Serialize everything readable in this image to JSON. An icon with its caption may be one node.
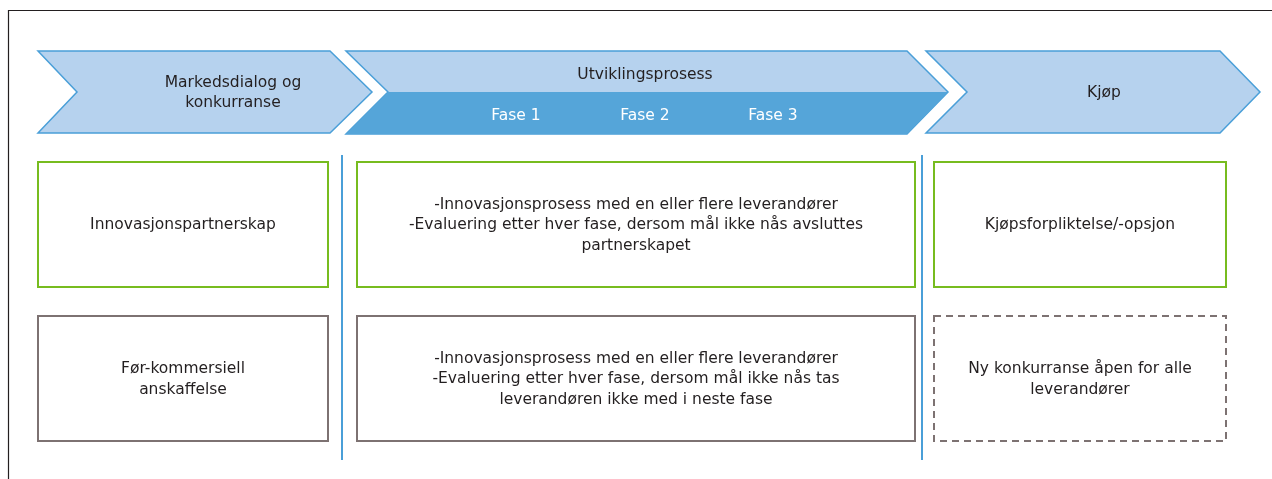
{
  "diagram": {
    "nodes": [
      {
        "text": [
          "Markedsdialog og konkurranse"
        ]
      },
      {
        "text": [
          "Utviklingsprosess"
        ]
      },
      {
        "text": [
          "Fase 1",
          "Fase 2",
          "Fase 3"
        ],
        "in": 1
      },
      {
        "text": [
          "Kjøp"
        ]
      },
      {
        "text": [
          "Innovasjonspartnerskap"
        ]
      },
      {
        "text": [
          "-Innovasjonsprosess med en eller flere leverandører",
          "-Evaluering etter hver fase, dersom mål ikke nås avsluttes partnerskapet"
        ]
      },
      {
        "text": [
          "Kjøpsforpliktelse/-opsjon"
        ]
      },
      {
        "text": [
          "Før-kommersiell anskaffelse"
        ]
      },
      {
        "text": [
          "-Innovasjonsprosess med en eller flere leverandører",
          "-Evaluering etter hver fase, dersom mål ikke nås tas leverandøren ikke med i neste fase"
        ]
      },
      {
        "text": [
          "Ny konkurranse åpen for alle leverandører"
        ]
      }
    ]
  }
}
